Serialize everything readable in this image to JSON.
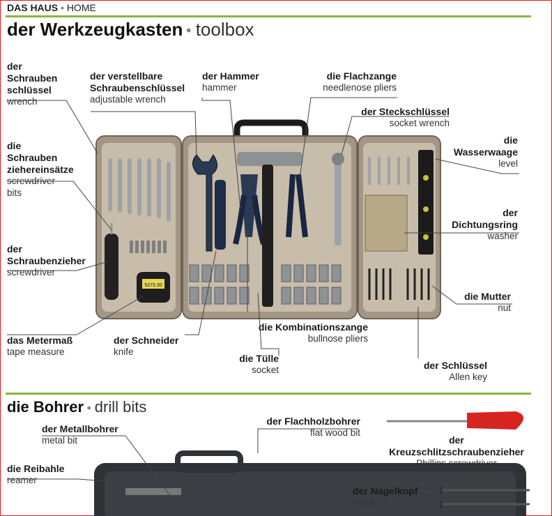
{
  "section": {
    "left": "DAS HAUS",
    "right": "HOME"
  },
  "toolbox": {
    "de": "der Werkzeugkasten",
    "en": "toolbox"
  },
  "labels": {
    "wrench": {
      "de": [
        "der",
        "Schrauben",
        "schlüssel"
      ],
      "en": "wrench"
    },
    "adjustable": {
      "de": [
        "der verstellbare",
        "Schraubenschlüssel"
      ],
      "en": "adjustable wrench"
    },
    "hammer": {
      "de": "der Hammer",
      "en": "hammer"
    },
    "needlenose": {
      "de": "die Flachzange",
      "en": "needlenose pliers"
    },
    "socketwrench": {
      "de": "der Steckschlüssel",
      "en": "socket wrench"
    },
    "level": {
      "de": [
        "die",
        "Wasserwaage"
      ],
      "en": "level"
    },
    "bits": {
      "de": [
        "die",
        "Schrauben",
        "ziehereinsätze"
      ],
      "en": [
        "screwdriver",
        "bits"
      ]
    },
    "washer": {
      "de": [
        "der",
        "Dichtungsring"
      ],
      "en": "washer"
    },
    "screwdriver": {
      "de": [
        "der",
        "Schraubenzieher"
      ],
      "en": "screwdriver"
    },
    "nut": {
      "de": "die Mutter",
      "en": "nut"
    },
    "bullnose": {
      "de": "die Kombinationszange",
      "en": "bullnose pliers"
    },
    "tape": {
      "de": "das Metermaß",
      "en": "tape measure"
    },
    "knife": {
      "de": "der Schneider",
      "en": "knife"
    },
    "socket": {
      "de": "die Tülle",
      "en": "socket"
    },
    "allen": {
      "de": "der Schlüssel",
      "en": "Allen key"
    }
  },
  "drillbits": {
    "de": "die Bohrer",
    "en": "drill bits"
  },
  "labels2": {
    "metal": {
      "de": "der Metallbohrer",
      "en": "metal bit"
    },
    "flatwood": {
      "de": "der Flachholzbohrer",
      "en": "flat wood bit"
    },
    "phillips": {
      "de": [
        "der",
        "Kreuzschlitzschraubenzieher"
      ],
      "en": "Phillips screwdriver"
    },
    "reamer": {
      "de": "die Reibahle",
      "en": "reamer"
    },
    "head": {
      "de": "der Nagelkopf",
      "en": "head"
    }
  },
  "tape_readout": "5273.30"
}
